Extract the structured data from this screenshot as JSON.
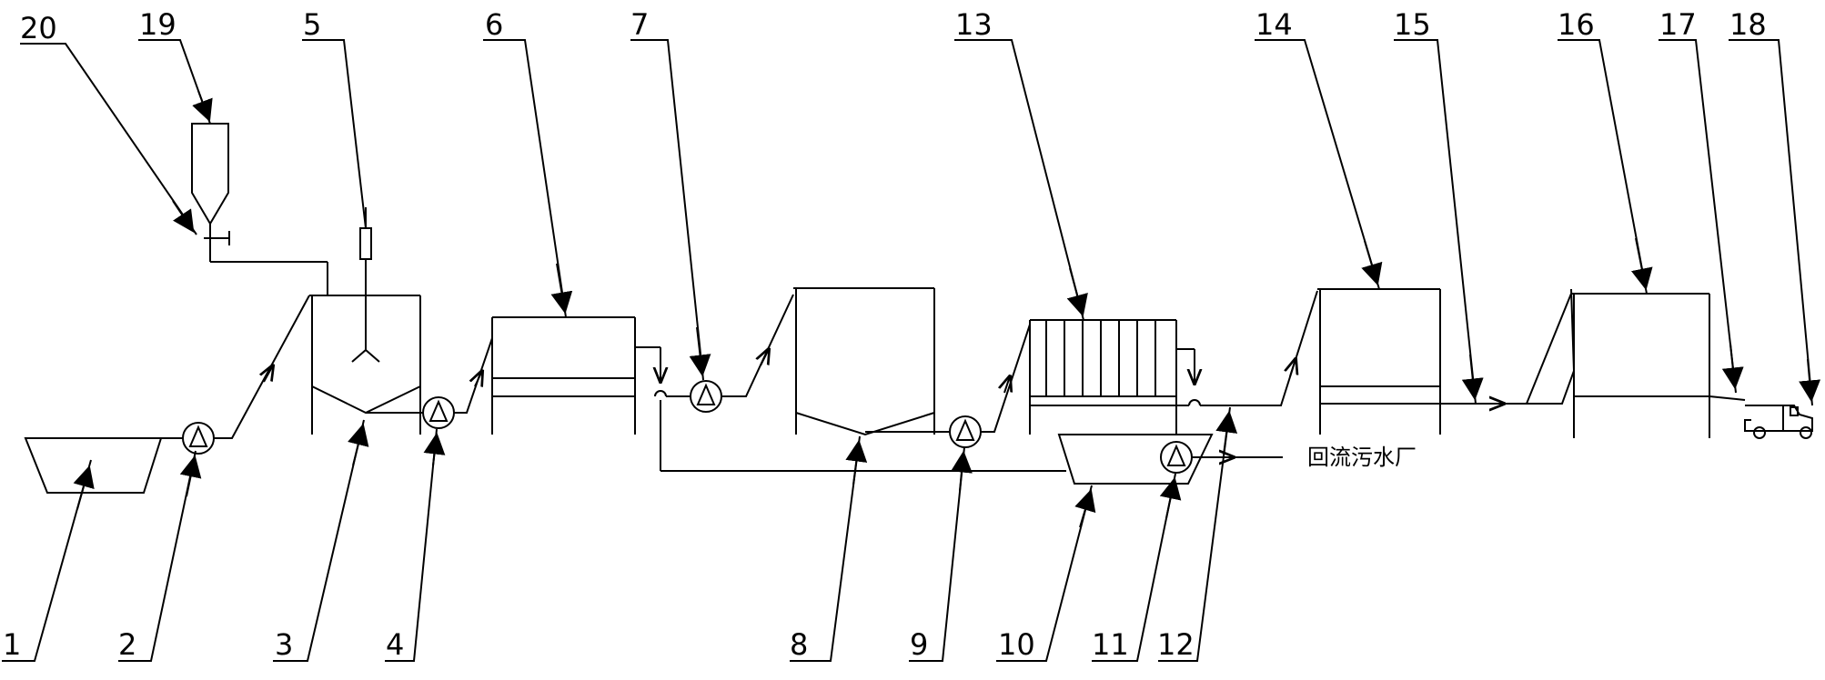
{
  "labels": [
    "1",
    "2",
    "3",
    "4",
    "5",
    "6",
    "7",
    "8",
    "9",
    "10",
    "11",
    "12",
    "13",
    "14",
    "15",
    "16",
    "17",
    "18",
    "19",
    "20"
  ],
  "return_text": "回流污水厂",
  "line_color": "#000000",
  "background": "#ffffff"
}
